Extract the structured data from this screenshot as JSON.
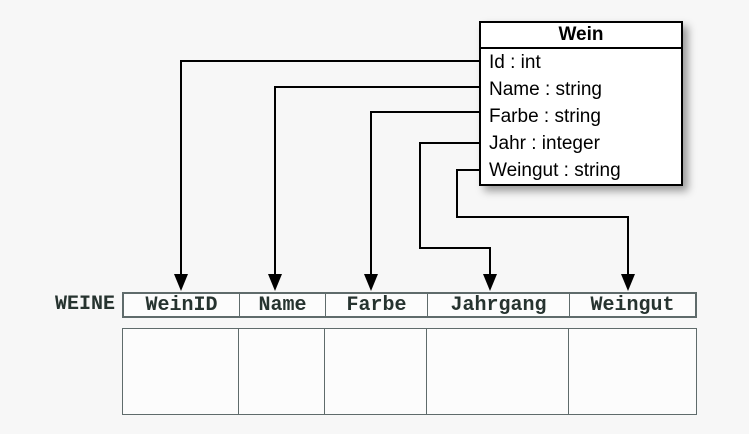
{
  "colors": {
    "canvas_bg": "#f7f7f7",
    "line": "#000000",
    "class_border": "#000000",
    "class_fill": "#ffffff",
    "class_text": "#000000",
    "table_border": "#5f6b6b",
    "table_fill": "#fcfcfc",
    "table_text": "#26332f"
  },
  "class_box": {
    "title": "Wein",
    "attributes": [
      "Id : int",
      "Name : string",
      "Farbe : string",
      "Jahr : integer",
      "Weingut : string"
    ]
  },
  "table": {
    "label": "WEINE",
    "columns": [
      "WeinID",
      "Name",
      "Farbe",
      "Jahrgang",
      "Weingut"
    ]
  },
  "mappings": [
    {
      "attribute": "Id",
      "column": "WeinID"
    },
    {
      "attribute": "Name",
      "column": "Name"
    },
    {
      "attribute": "Farbe",
      "column": "Farbe"
    },
    {
      "attribute": "Jahr",
      "column": "Jahrgang"
    },
    {
      "attribute": "Weingut",
      "column": "Weingut"
    }
  ]
}
